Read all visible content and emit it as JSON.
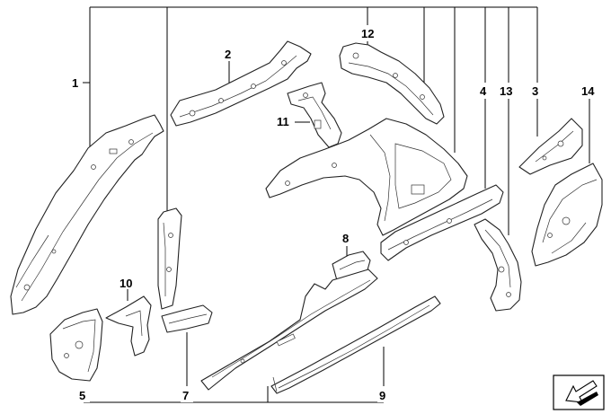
{
  "diagram": {
    "part_labels": [
      "1",
      "2",
      "12",
      "4",
      "13",
      "3",
      "14",
      "11",
      "8",
      "10",
      "5",
      "7",
      "9"
    ],
    "label_1": "1",
    "label_2": "2",
    "label_3": "3",
    "label_4": "4",
    "label_5": "5",
    "label_7": "7",
    "label_8": "8",
    "label_9": "9",
    "label_10": "10",
    "label_11": "11",
    "label_12": "12",
    "label_13": "13",
    "label_14": "14"
  },
  "icons": {
    "view_arrow": "direction-arrow-icon"
  }
}
